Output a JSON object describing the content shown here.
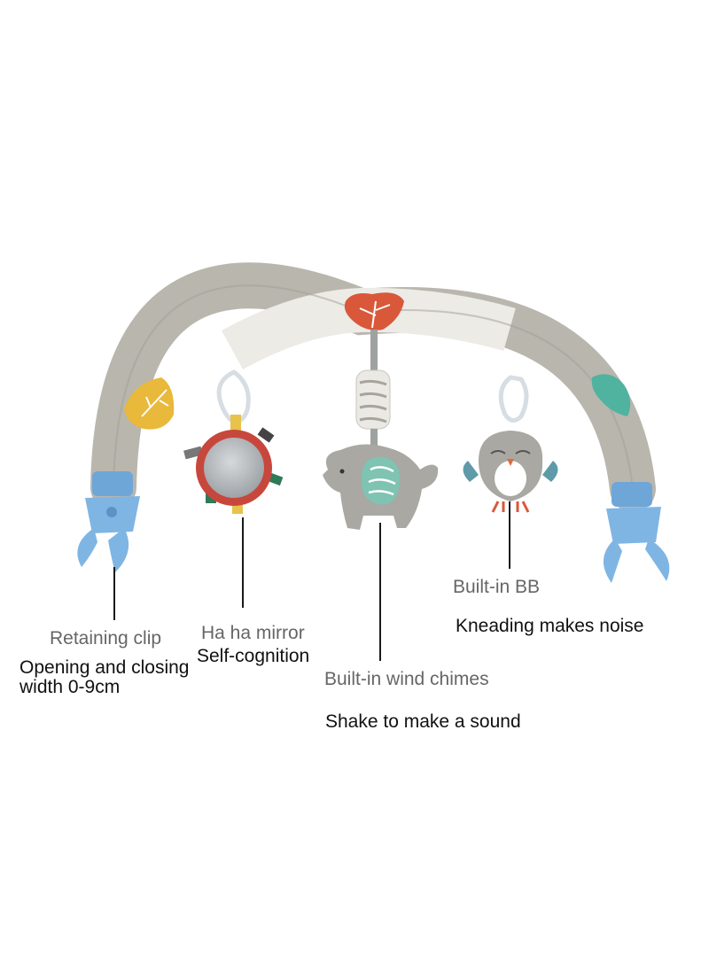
{
  "labels": {
    "clip": {
      "title": "Retaining clip",
      "line1": "Opening and closing",
      "line2": "width 0-9cm"
    },
    "mirror": {
      "title": "Ha ha mirror",
      "line1": "Self-cognition"
    },
    "chimes": {
      "title": "Built-in wind chimes",
      "line1": "Shake to make a sound"
    },
    "bb": {
      "title": "Built-in BB",
      "line1": "Kneading makes noise"
    }
  },
  "icons": [
    "clip-icon",
    "mirror-icon",
    "elephant-icon",
    "owl-icon",
    "leaf-icon"
  ],
  "colors": {
    "arch_gray": "#b9b6ae",
    "arch_light": "#ecebe6",
    "clip_blue": "#7fb5e3",
    "leaf_yellow": "#e8b93a",
    "leaf_orange": "#d9583a",
    "leaf_teal": "#4fb3a0",
    "mirror_red": "#c8473c",
    "plush_gray": "#a9a8a3"
  }
}
